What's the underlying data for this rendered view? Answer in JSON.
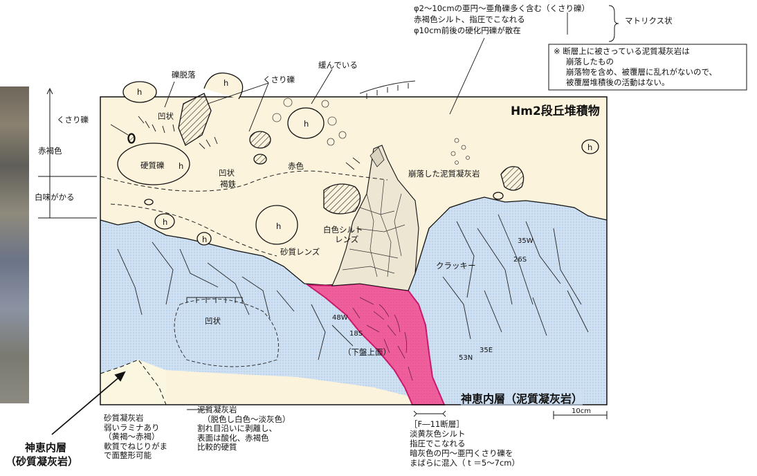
{
  "titles": {
    "terrace": "Hm2段丘堆積物",
    "formation_lower": "神恵内層（泥質凝灰岩）",
    "formation_left_1": "神恵内層",
    "formation_left_2": "（砂質凝灰岩）"
  },
  "top_notes": {
    "line1": "φ2～10cmの亜円～亜角礫多く含む（くさり礫）",
    "line2": "赤褐色シルト、指圧でこなれる",
    "line3": "φ10cm前後の硬化円礫が散在",
    "matrix": "マトリクス状"
  },
  "remark_box": {
    "line1": "※ 断層上に被さっている泥質凝灰岩は",
    "line2": "崩落したもの",
    "line3": "崩落物を含め、被覆層に乱れがないので、",
    "line4": "被覆層堆積後の活動はない。"
  },
  "labels": {
    "gravel_fall": "礫脱落",
    "kusari_top": "くさり礫",
    "loose": "緩んでいる",
    "kusari_left": "くさり礫",
    "reddish_brown": "赤褐色",
    "whitish": "白味がかる",
    "concave_top": "凹状",
    "hard_gravel": "硬質礫",
    "concave_limonite_1": "凹状",
    "concave_limonite_2": "褐鉄",
    "red": "赤色",
    "collapsed_tuff": "崩落した泥質凝灰岩",
    "white_silt_1": "白色シルト",
    "white_silt_2": "レンズ",
    "sand_lens": "砂質レンズ",
    "cracky": "クラッキー",
    "concave_lower": "凹状",
    "footwall": "（下盤上面）",
    "h": "h"
  },
  "measurements": {
    "m1a": "35W",
    "m1b": "26S",
    "m2a": "48W",
    "m2b": "18S",
    "m3a": "53N",
    "m3b": "35E"
  },
  "bottom_left_note": {
    "l1": "砂質凝灰岩",
    "l2": "弱いラミナあり",
    "l3": "（黄褐～赤褐）",
    "l4": "軟質でねじりがま",
    "l5": "で面整形可能"
  },
  "bottom_mid_note": {
    "l1": "泥質凝灰岩",
    "l2": "（脱色し白色～淡灰色）",
    "l3": "割れ目沿いに剥離し、",
    "l4": "表面は酸化、赤褐色",
    "l5": "比較的硬質"
  },
  "fault_note": {
    "l1": "［F―11断層］",
    "l2": "淡黄灰色シルト",
    "l3": "指圧でこなれる",
    "l4": "暗灰色の円～亜円くさり礫を",
    "l5": "まばらに混入（ t ＝5～7cm）"
  },
  "scale": "10cm",
  "colors": {
    "terrace": "#fbf3dc",
    "tuff": "#cfe0f2",
    "fault": "#ef5f9c",
    "fault_edge": "#c8186a",
    "sandy": "#fbf6df"
  }
}
